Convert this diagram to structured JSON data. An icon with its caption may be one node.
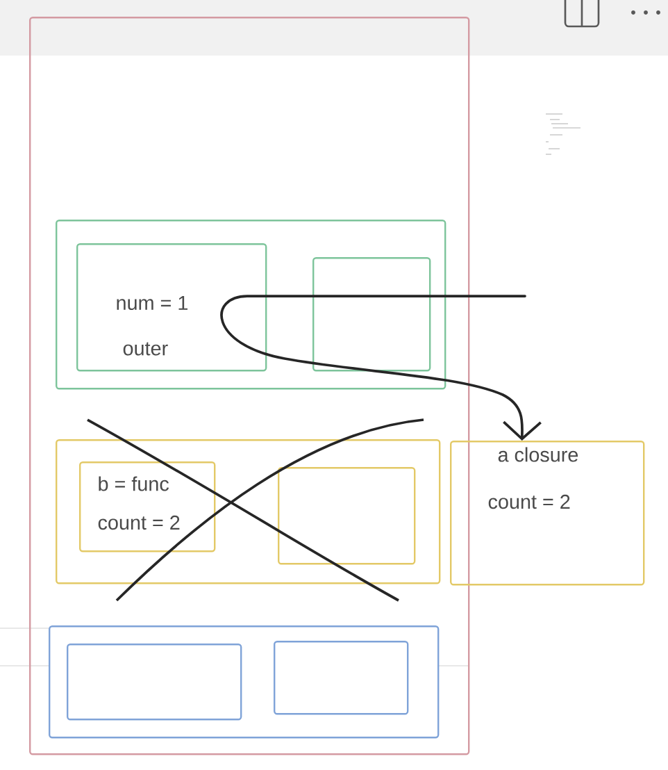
{
  "diagram": {
    "nodes": [
      {
        "text": [],
        "shape": "box"
      },
      {
        "text": [],
        "shape": "box",
        "in": 0
      },
      {
        "text": [
          "num = 1",
          "outer"
        ],
        "in": 1
      },
      {
        "text": [],
        "shape": "box",
        "in": 1
      },
      {
        "text": [],
        "shape": "box",
        "in": 0
      },
      {
        "text": [
          "b = func",
          "count = 2"
        ],
        "in": 4
      },
      {
        "text": [],
        "shape": "box",
        "in": 4
      },
      {
        "text": [
          "a closure",
          "count = 2"
        ]
      },
      {
        "text": [],
        "shape": "box",
        "in": 0
      },
      {
        "text": [],
        "shape": "box",
        "in": 8
      },
      {
        "text": [],
        "shape": "box",
        "in": 8
      }
    ],
    "edges": [
      {
        "from": null,
        "to": 7,
        "arrow": "to"
      }
    ]
  }
}
